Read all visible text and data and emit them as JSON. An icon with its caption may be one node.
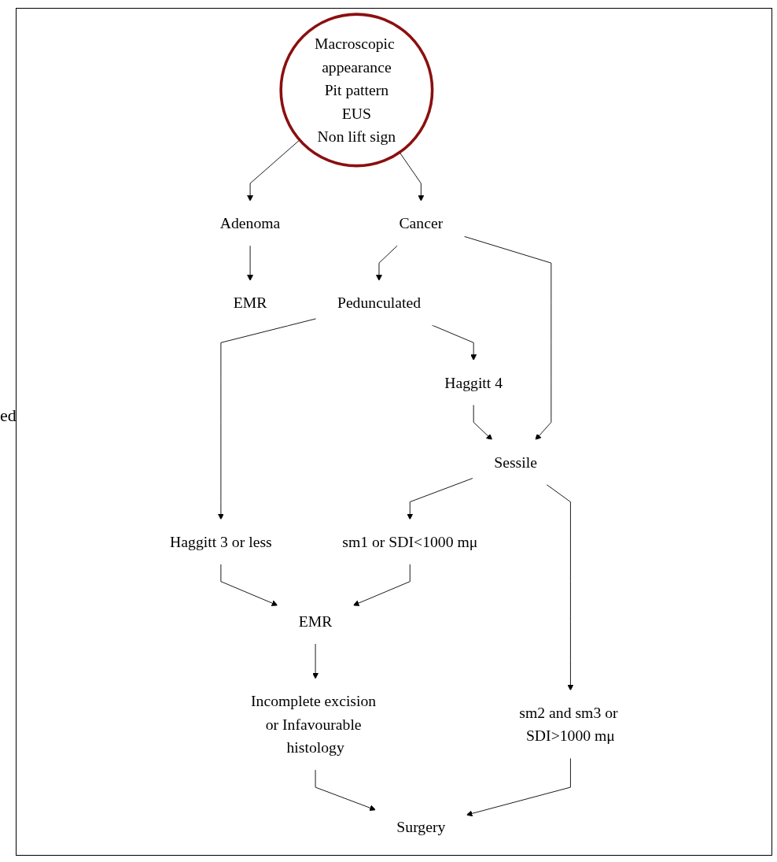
{
  "diagram": {
    "nodes": [
      {
        "text": [
          "Macroscopic appearance",
          "Pit pattern",
          "EUS",
          "Non lift sign"
        ]
      },
      {
        "text": [
          "Adenoma"
        ]
      },
      {
        "text": [
          "Cancer"
        ]
      },
      {
        "text": [
          "EMR"
        ]
      },
      {
        "text": [
          "Pedunculated"
        ]
      },
      {
        "text": [
          "Sessile"
        ]
      },
      {
        "text": [
          "Haggitt 3 or less"
        ]
      },
      {
        "text": [
          "Haggitt 4"
        ]
      },
      {
        "text": [
          "sm1 or SDI<1000 mμ"
        ]
      },
      {
        "text": [
          "sm2 and sm3 or SDI>1000 mμ"
        ]
      },
      {
        "text": [
          "EMR"
        ]
      },
      {
        "text": [
          "Incomplete excision or Infavourable histology"
        ]
      },
      {
        "text": [
          "Surgery"
        ]
      }
    ],
    "edges": [
      {
        "from": 0,
        "to": 1,
        "arrow": "to"
      },
      {
        "from": 0,
        "to": 2,
        "arrow": "to"
      },
      {
        "from": 1,
        "to": 3,
        "arrow": "to"
      },
      {
        "from": 2,
        "to": 4,
        "arrow": "to"
      },
      {
        "from": 2,
        "to": 5,
        "arrow": "to"
      },
      {
        "from": 4,
        "to": 6,
        "arrow": "to"
      },
      {
        "from": 4,
        "to": 7,
        "arrow": "to"
      },
      {
        "from": 7,
        "to": 5,
        "arrow": "to"
      },
      {
        "from": 5,
        "to": 8,
        "arrow": "to"
      },
      {
        "from": 5,
        "to": 9,
        "arrow": "to"
      },
      {
        "from": 6,
        "to": 10,
        "arrow": "to"
      },
      {
        "from": 8,
        "to": 10,
        "arrow": "to"
      },
      {
        "from": 10,
        "to": 11,
        "arrow": "to"
      },
      {
        "from": 11,
        "to": 12,
        "arrow": "to"
      },
      {
        "from": 9,
        "to": 12,
        "arrow": "to"
      }
    ],
    "labels": [
      "ed"
    ]
  }
}
